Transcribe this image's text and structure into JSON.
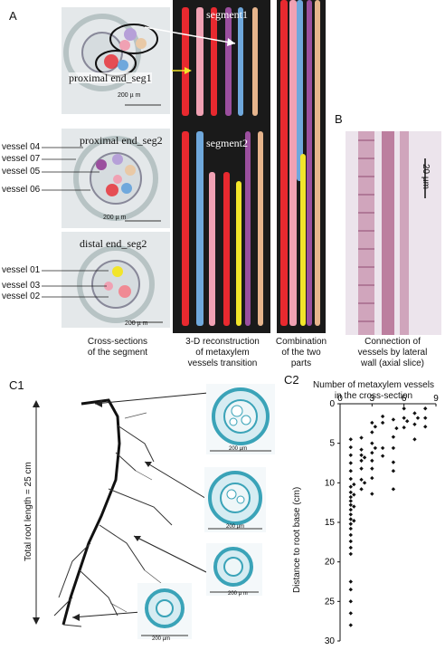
{
  "panel_labels": {
    "a": "A",
    "b": "B",
    "c1": "C1",
    "c2": "C2"
  },
  "panel_a": {
    "seg_labels": {
      "seg1_prox": "proximal end_seg1",
      "seg2_prox": "proximal end_seg2",
      "seg2_dist": "distal end_seg2"
    },
    "scale": {
      "top": "200 µ m",
      "mid": "200 µ m",
      "bottom": "200 µ m"
    },
    "segment_titles": [
      "segment1",
      "segment2"
    ],
    "vessel_labels": [
      "vessel 04",
      "vessel 07",
      "vessel 05",
      "vessel 06",
      "vessel 01",
      "vessel 03",
      "vessel 02"
    ],
    "captions": {
      "cross": [
        "Cross-sections",
        "of the segment"
      ],
      "recon": [
        "3-D reconstruction",
        "of metaxylem",
        "vessels transition"
      ],
      "combo": [
        "Combination",
        "of the two",
        "parts"
      ]
    },
    "colors": {
      "red": "#e8292f",
      "blue": "#6fa8dc",
      "pink": "#f0a1b3",
      "purple": "#9b4f9e",
      "tan": "#e6b48c",
      "yellow": "#f2e52a"
    }
  },
  "panel_b": {
    "scale": "20 µm",
    "caption": [
      "Connection of",
      "vessels by lateral",
      "wall (axial slice)"
    ]
  },
  "panel_c1": {
    "ylabel": "Total root length = 25 cm",
    "scale_labels": [
      "200 µm",
      "200 µm",
      "200 µ m",
      "200 µm"
    ]
  },
  "chart_data": {
    "type": "scatter",
    "title": "Number of metaxylem vessels in the cross-section",
    "title_lines": [
      "Number of metaxylem vessels",
      "in the cross-section"
    ],
    "xlabel": "",
    "ylabel": "Distance to root base (cm)",
    "xlim": [
      0,
      9
    ],
    "ylim": [
      0,
      30
    ],
    "y_inverted": true,
    "x_axis_position": "top",
    "grid": false,
    "xticks": [
      0,
      3,
      6,
      9
    ],
    "yticks": [
      0,
      5,
      10,
      15,
      20,
      25,
      30
    ],
    "points": [
      {
        "x": 1,
        "y": 4.5
      },
      {
        "x": 1,
        "y": 5.5
      },
      {
        "x": 1,
        "y": 6.5
      },
      {
        "x": 1,
        "y": 7.5
      },
      {
        "x": 1,
        "y": 8.5
      },
      {
        "x": 1,
        "y": 9.5
      },
      {
        "x": 1,
        "y": 10.5
      },
      {
        "x": 1,
        "y": 11.2
      },
      {
        "x": 1,
        "y": 11.8
      },
      {
        "x": 1,
        "y": 12.3
      },
      {
        "x": 1,
        "y": 12.8
      },
      {
        "x": 1,
        "y": 13.4
      },
      {
        "x": 1,
        "y": 14
      },
      {
        "x": 1,
        "y": 14.6
      },
      {
        "x": 1,
        "y": 15.2
      },
      {
        "x": 1,
        "y": 15.8
      },
      {
        "x": 1,
        "y": 16.6
      },
      {
        "x": 1,
        "y": 17.4
      },
      {
        "x": 1,
        "y": 18.2
      },
      {
        "x": 1,
        "y": 19
      },
      {
        "x": 1,
        "y": 22.5
      },
      {
        "x": 1,
        "y": 23.5
      },
      {
        "x": 1,
        "y": 25
      },
      {
        "x": 1,
        "y": 26.5
      },
      {
        "x": 1,
        "y": 28
      },
      {
        "x": 1.3,
        "y": 10.2
      },
      {
        "x": 1.3,
        "y": 11.5
      },
      {
        "x": 1.3,
        "y": 13
      },
      {
        "x": 1.3,
        "y": 14.8
      },
      {
        "x": 2,
        "y": 4.3
      },
      {
        "x": 2,
        "y": 5.8
      },
      {
        "x": 2,
        "y": 6.5
      },
      {
        "x": 2,
        "y": 7.2
      },
      {
        "x": 2,
        "y": 8.2
      },
      {
        "x": 2,
        "y": 9.6
      },
      {
        "x": 2,
        "y": 10.8
      },
      {
        "x": 2.3,
        "y": 6.8
      },
      {
        "x": 2.3,
        "y": 10
      },
      {
        "x": 3,
        "y": 2.4
      },
      {
        "x": 3,
        "y": 3.6
      },
      {
        "x": 3,
        "y": 5
      },
      {
        "x": 3,
        "y": 6.2
      },
      {
        "x": 3,
        "y": 7.2
      },
      {
        "x": 3,
        "y": 8.2
      },
      {
        "x": 3,
        "y": 9.4
      },
      {
        "x": 3,
        "y": 11.4
      },
      {
        "x": 3.3,
        "y": 2.9
      },
      {
        "x": 3.3,
        "y": 5.6
      },
      {
        "x": 4,
        "y": 1.6
      },
      {
        "x": 4,
        "y": 2.4
      },
      {
        "x": 4,
        "y": 5.6
      },
      {
        "x": 4,
        "y": 6.6
      },
      {
        "x": 5,
        "y": 2
      },
      {
        "x": 5,
        "y": 4.2
      },
      {
        "x": 5,
        "y": 5.6
      },
      {
        "x": 5,
        "y": 7.4
      },
      {
        "x": 5,
        "y": 8.5
      },
      {
        "x": 5,
        "y": 10.8
      },
      {
        "x": 5.3,
        "y": 3.1
      },
      {
        "x": 6,
        "y": 0.6
      },
      {
        "x": 6,
        "y": 1.8
      },
      {
        "x": 6,
        "y": 3
      },
      {
        "x": 6.3,
        "y": 2.2
      },
      {
        "x": 7,
        "y": 1.2
      },
      {
        "x": 7,
        "y": 2.6
      },
      {
        "x": 7,
        "y": 4.5
      },
      {
        "x": 7.3,
        "y": 1.8
      },
      {
        "x": 8,
        "y": 0.6
      },
      {
        "x": 8,
        "y": 1.8
      },
      {
        "x": 8,
        "y": 2.9
      }
    ]
  }
}
